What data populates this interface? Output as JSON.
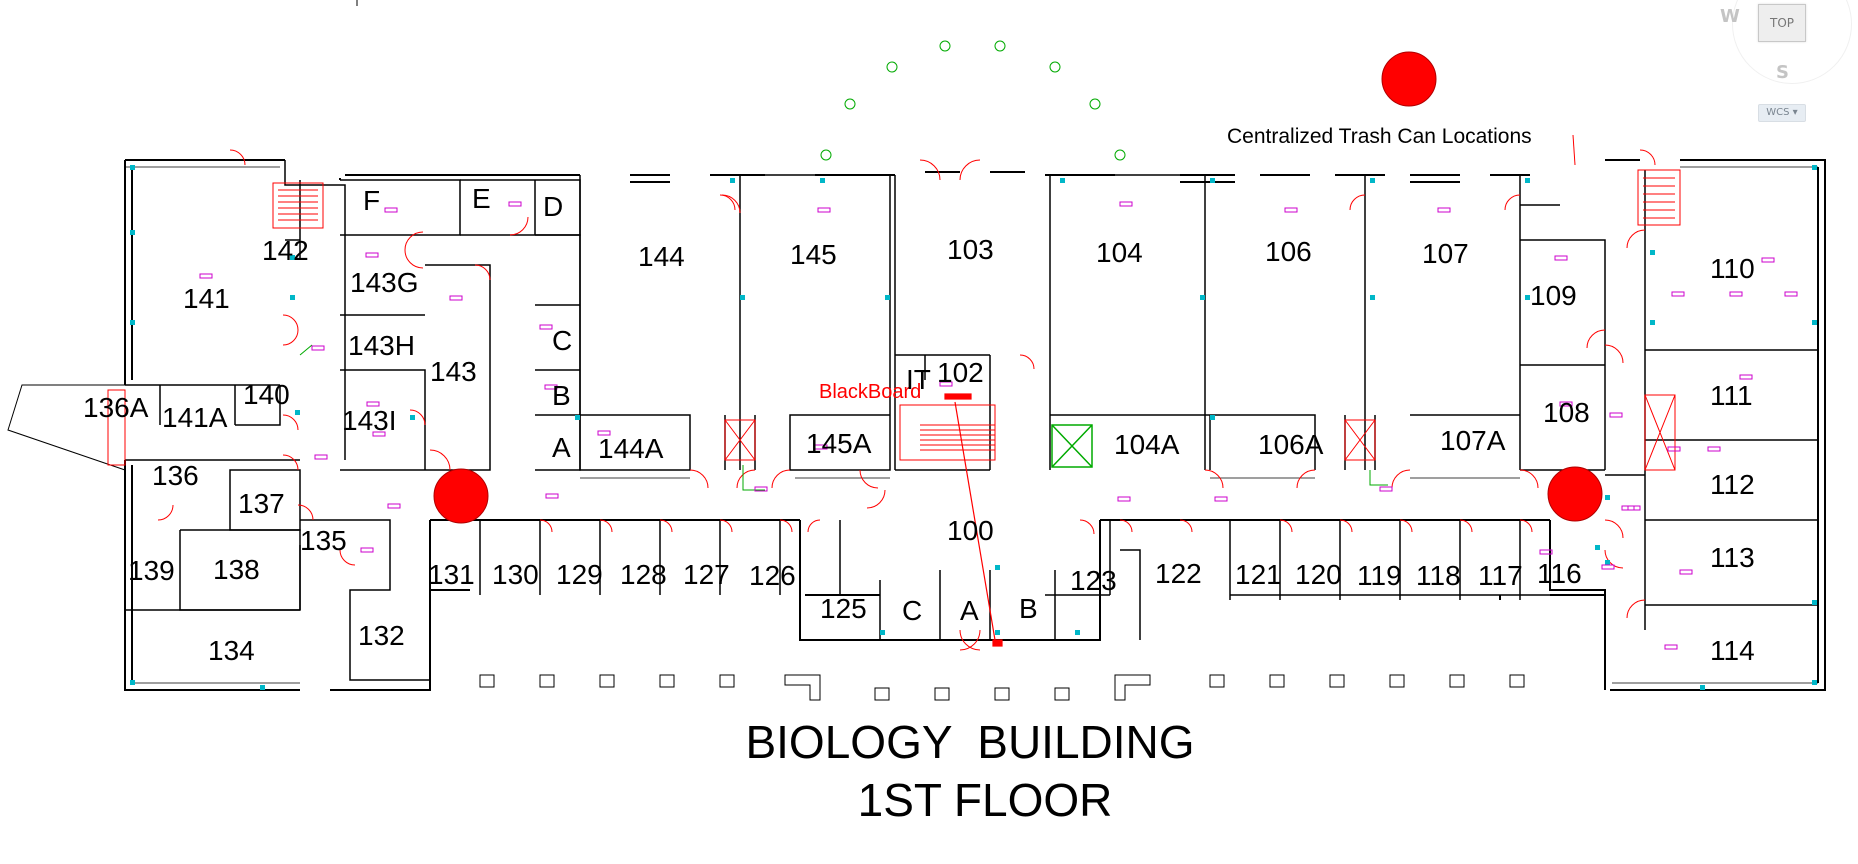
{
  "title": {
    "line1": "BIOLOGY  BUILDING",
    "line2": "1ST FLOOR"
  },
  "legend": {
    "text": "Centralized Trash Can Locations"
  },
  "blackboard_label": "BlackBoard",
  "navcube": {
    "top": "TOP",
    "w": "W",
    "s": "S",
    "wcs": "WCS ▾"
  },
  "colors": {
    "walls": "#000000",
    "trash": "#ff0000",
    "doors": "#ff0000",
    "fixtures": "#00b7c8",
    "outlets": "#cc00cc"
  },
  "rooms": [
    {
      "id": "141",
      "label": "141"
    },
    {
      "id": "142",
      "label": "142"
    },
    {
      "id": "f",
      "label": "F"
    },
    {
      "id": "e",
      "label": "E"
    },
    {
      "id": "d",
      "label": "D"
    },
    {
      "id": "143g",
      "label": "143G"
    },
    {
      "id": "143h",
      "label": "143H"
    },
    {
      "id": "143",
      "label": "143"
    },
    {
      "id": "143i",
      "label": "143I"
    },
    {
      "id": "c-left",
      "label": "C"
    },
    {
      "id": "b-left",
      "label": "B"
    },
    {
      "id": "a-left",
      "label": "A"
    },
    {
      "id": "144",
      "label": "144"
    },
    {
      "id": "144a",
      "label": "144A"
    },
    {
      "id": "145",
      "label": "145"
    },
    {
      "id": "145a",
      "label": "145A"
    },
    {
      "id": "103",
      "label": "103"
    },
    {
      "id": "it",
      "label": "IT"
    },
    {
      "id": "102",
      "label": "102"
    },
    {
      "id": "104",
      "label": "104"
    },
    {
      "id": "104a",
      "label": "104A"
    },
    {
      "id": "106",
      "label": "106"
    },
    {
      "id": "106a",
      "label": "106A"
    },
    {
      "id": "107",
      "label": "107"
    },
    {
      "id": "107a",
      "label": "107A"
    },
    {
      "id": "109",
      "label": "109"
    },
    {
      "id": "108",
      "label": "108"
    },
    {
      "id": "110",
      "label": "110"
    },
    {
      "id": "111",
      "label": "111"
    },
    {
      "id": "112",
      "label": "112"
    },
    {
      "id": "113",
      "label": "113"
    },
    {
      "id": "114",
      "label": "114"
    },
    {
      "id": "136a",
      "label": "136A"
    },
    {
      "id": "141a",
      "label": "141A"
    },
    {
      "id": "140",
      "label": "140"
    },
    {
      "id": "136",
      "label": "136"
    },
    {
      "id": "137",
      "label": "137"
    },
    {
      "id": "135",
      "label": "135"
    },
    {
      "id": "139",
      "label": "139"
    },
    {
      "id": "138",
      "label": "138"
    },
    {
      "id": "134",
      "label": "134"
    },
    {
      "id": "132",
      "label": "132"
    },
    {
      "id": "131",
      "label": "131"
    },
    {
      "id": "130",
      "label": "130"
    },
    {
      "id": "129",
      "label": "129"
    },
    {
      "id": "128",
      "label": "128"
    },
    {
      "id": "127",
      "label": "127"
    },
    {
      "id": "126",
      "label": "126"
    },
    {
      "id": "125",
      "label": "125"
    },
    {
      "id": "c-bottom",
      "label": "C"
    },
    {
      "id": "a-bottom",
      "label": "A"
    },
    {
      "id": "b-bottom",
      "label": "B"
    },
    {
      "id": "100",
      "label": "100"
    },
    {
      "id": "123",
      "label": "123"
    },
    {
      "id": "122",
      "label": "122"
    },
    {
      "id": "121",
      "label": "121"
    },
    {
      "id": "120",
      "label": "120"
    },
    {
      "id": "119",
      "label": "119"
    },
    {
      "id": "118",
      "label": "118"
    },
    {
      "id": "117",
      "label": "117"
    },
    {
      "id": "116",
      "label": "116"
    }
  ]
}
